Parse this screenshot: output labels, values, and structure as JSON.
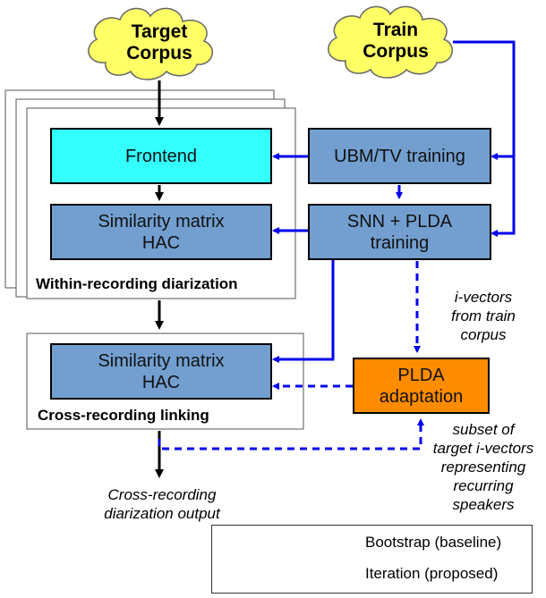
{
  "clouds": {
    "target": {
      "line1": "Target",
      "line2": "Corpus"
    },
    "train": {
      "line1": "Train",
      "line2": "Corpus"
    }
  },
  "boxes": {
    "frontend": "Frontend",
    "ubm_tv": "UBM/TV training",
    "similarity_within_line1": "Similarity matrix",
    "similarity_within_line2": "HAC",
    "snn_plda_line1": "SNN + PLDA",
    "snn_plda_line2": "training",
    "similarity_cross_line1": "Similarity matrix",
    "similarity_cross_line2": "HAC",
    "plda_adapt_line1": "PLDA",
    "plda_adapt_line2": "adaptation"
  },
  "panels": {
    "within_label": "Within-recording diarization",
    "cross_label": "Cross-recording linking"
  },
  "annotations": {
    "ivectors_train": [
      "i-vectors",
      "from train",
      "corpus"
    ],
    "subset_target": [
      "subset of",
      "target i-vectors",
      "representing",
      "recurring",
      "speakers"
    ],
    "output": [
      "Cross-recording",
      "diarization output"
    ]
  },
  "legend": {
    "bootstrap": "Bootstrap (baseline)",
    "iteration": "Iteration (proposed)"
  },
  "colors": {
    "frontend_fill": "#33ffff",
    "steel_fill": "#729fcf",
    "plda_fill": "#ff8c00",
    "cloud_fill": "#ffff66",
    "arrow_blue": "#0000ee",
    "arrow_black": "#000000"
  }
}
